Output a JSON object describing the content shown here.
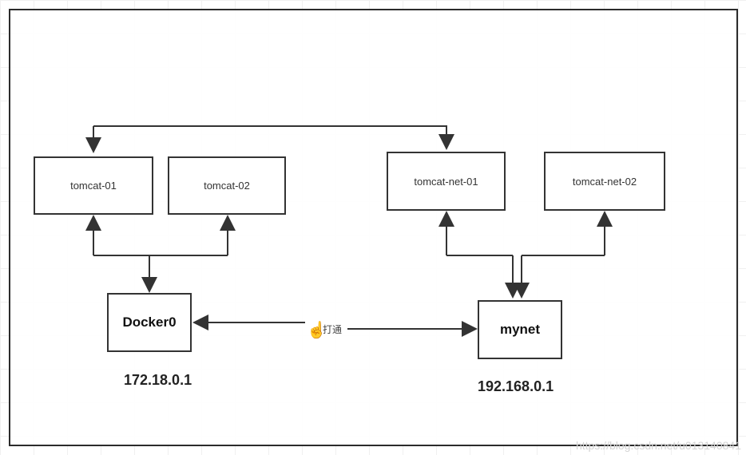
{
  "diagram": {
    "nodes": {
      "tomcat_01": "tomcat-01",
      "tomcat_02": "tomcat-02",
      "tomcat_net_01": "tomcat-net-01",
      "tomcat_net_02": "tomcat-net-02",
      "docker0": "Docker0",
      "mynet": "mynet"
    },
    "labels": {
      "docker_ip": "172.18.0.1",
      "mynet_ip": "192.168.0.1",
      "link_text": "打通"
    },
    "watermark": "https://blog.csdn.net/u013140841"
  }
}
